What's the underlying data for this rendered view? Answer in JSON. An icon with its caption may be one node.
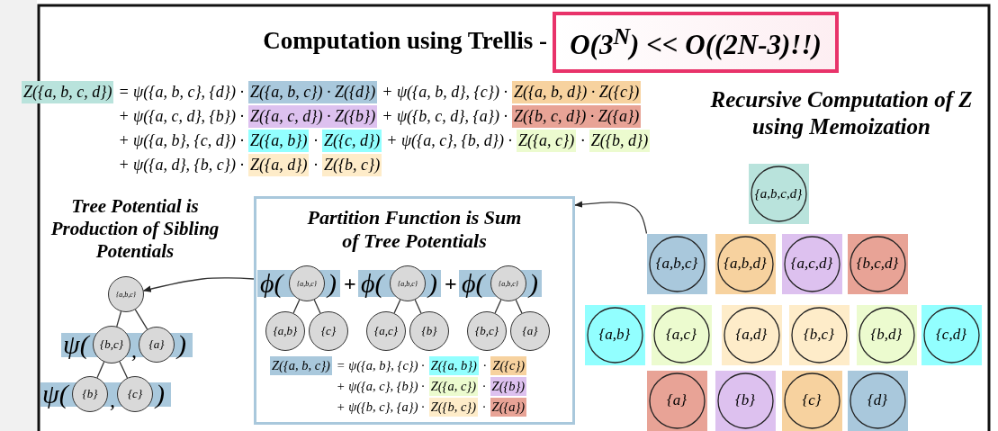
{
  "diagram": {
    "title": "Computation using Trellis -",
    "nodes": [
      {
        "text": [
          "O(3$^{N}$) << O((2N-3)!!)"
        ]
      },
      {
        "text": [
          "{a,b,c}"
        ]
      },
      {
        "text": [
          "{b,c}"
        ]
      },
      {
        "text": [
          "{a}"
        ]
      },
      {
        "text": [
          "{b}"
        ]
      },
      {
        "text": [
          "{c}"
        ]
      },
      {
        "text": [
          "Partition Function is Sum of Tree Potentials"
        ]
      },
      {
        "text": [
          "{a,b,c}"
        ],
        "in": 6
      },
      {
        "text": [
          "{a,b}"
        ],
        "in": 6
      },
      {
        "text": [
          "{c}"
        ],
        "in": 6
      },
      {
        "text": [
          "{a,b,c}"
        ],
        "in": 6
      },
      {
        "text": [
          "{a,c}"
        ],
        "in": 6
      },
      {
        "text": [
          "{b}"
        ],
        "in": 6
      },
      {
        "text": [
          "{a,b,c}"
        ],
        "in": 6
      },
      {
        "text": [
          "{b,c}"
        ],
        "in": 6
      },
      {
        "text": [
          "{a}"
        ],
        "in": 6
      },
      {
        "text": [
          "{a,b,c,d}"
        ]
      },
      {
        "text": [
          "{a,b,c}"
        ]
      },
      {
        "text": [
          "{a,b,d}"
        ]
      },
      {
        "text": [
          "{a,c,d}"
        ]
      },
      {
        "text": [
          "{b,c,d}"
        ]
      },
      {
        "text": [
          "{a,b}"
        ]
      },
      {
        "text": [
          "{a,c}"
        ]
      },
      {
        "text": [
          "{a,d}"
        ]
      },
      {
        "text": [
          "{b,c}"
        ]
      },
      {
        "text": [
          "{b,d}"
        ]
      },
      {
        "text": [
          "{c,d}"
        ]
      },
      {
        "text": [
          "{a}"
        ]
      },
      {
        "text": [
          "{b}"
        ]
      },
      {
        "text": [
          "{c}"
        ]
      },
      {
        "text": [
          "{d}"
        ]
      }
    ],
    "edges": [
      {
        "from": 17,
        "to": 6,
        "arrow": "to"
      },
      {
        "from": 6,
        "to": 1,
        "arrow": "to"
      },
      {
        "from": 1,
        "to": 2,
        "arrow": "none"
      },
      {
        "from": 1,
        "to": 3,
        "arrow": "none"
      },
      {
        "from": 2,
        "to": 4,
        "arrow": "none"
      },
      {
        "from": 2,
        "to": 5,
        "arrow": "none"
      },
      {
        "from": 7,
        "to": 8,
        "arrow": "none"
      },
      {
        "from": 7,
        "to": 9,
        "arrow": "none"
      },
      {
        "from": 10,
        "to": 11,
        "arrow": "none"
      },
      {
        "from": 10,
        "to": 12,
        "arrow": "none"
      },
      {
        "from": 13,
        "to": 14,
        "arrow": "none"
      },
      {
        "from": 13,
        "to": 15,
        "arrow": "none"
      }
    ],
    "labels": [
      "Z({a, b, c, d})",
      "= ψ({a, b, c}, {d}) ·",
      "Z({a, b, c}) · Z({d})",
      "+ ψ({a, b, d}, {c}) ·",
      "Z({a, b, d}) · Z({c})",
      "+ ψ({a, c, d}, {b}) ·",
      "Z({a, c, d}) · Z({b})",
      "+ ψ({b, c, d}, {a}) ·",
      "Z({b, c, d}) · Z({a})",
      "+ ψ({a, b}, {c, d}) ·",
      "Z({a, b})",
      "·",
      "Z({c, d})",
      "+ ψ({a, c}, {b, d}) ·",
      "Z({a, c})",
      "·",
      "Z({b, d})",
      "+ ψ({a, d}, {b, c}) ·",
      "Z({a, d})",
      "·",
      "Z({b, c})",
      "Recursive Computation of Z using Memoization",
      "Tree Potential is Production of Sibling Potentials",
      "ψ(",
      ",",
      ")",
      "ψ(",
      ",",
      ")",
      "ϕ(",
      ")",
      "+",
      "ϕ(",
      ")",
      "+",
      "ϕ(",
      ")",
      "Z({a, b, c})",
      "= ψ({a, b}, {c}) ·",
      "Z({a, b})",
      "·",
      "Z({c})",
      "+ ψ({a, c}, {b}) ·",
      "Z({a, c})",
      "·",
      "Z({b})",
      "+ ψ({b, c}, {a}) ·",
      "Z({b, c})",
      "·",
      "Z({a})"
    ]
  }
}
